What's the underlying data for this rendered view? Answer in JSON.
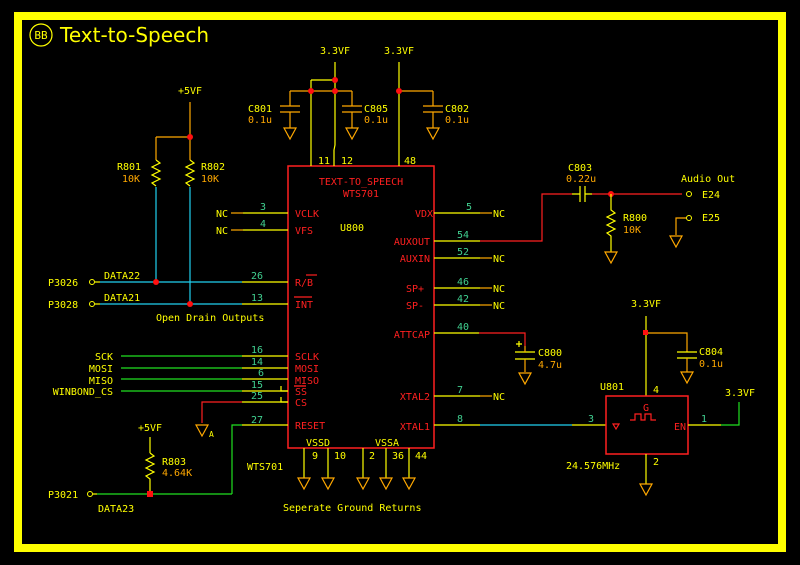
{
  "title": "Text-to-Speech",
  "logo": "BB",
  "colors": {
    "border": "#ffff00",
    "wire_power": "#ffa800",
    "wire_signal": "#20e020",
    "wire_data": "#20d0f0",
    "wire_audio": "#ff2020",
    "chip": "#ff2020",
    "pin_number": "#40d090"
  },
  "power": {
    "v5": "+5VF",
    "v33": "3.3VF"
  },
  "chip_u800": {
    "ref": "U800",
    "name": "TEXT-TO_SPEECH",
    "part": "WTS701",
    "part_below": "WTS701",
    "left_pins": [
      {
        "num": "3",
        "name": "VCLK",
        "net": "NC"
      },
      {
        "num": "4",
        "name": "VFS",
        "net": "NC"
      },
      {
        "num": "26",
        "name": "R/B",
        "net": "DATA22"
      },
      {
        "num": "13",
        "name": "INT",
        "net": "DATA21"
      },
      {
        "num": "16",
        "name": "SCLK",
        "net": "SCK"
      },
      {
        "num": "14",
        "name": "MOSI",
        "net": "MOSI"
      },
      {
        "num": "6",
        "name": "MISO",
        "net": "MISO"
      },
      {
        "num": "15",
        "name": "SS",
        "net": "WINBOND_CS"
      },
      {
        "num": "25",
        "name": "CS",
        "net": ""
      },
      {
        "num": "27",
        "name": "RESET",
        "net": "DATA23"
      }
    ],
    "right_pins": [
      {
        "num": "5",
        "name": "VDX",
        "net": "NC"
      },
      {
        "num": "54",
        "name": "AUXOUT",
        "net": ""
      },
      {
        "num": "52",
        "name": "AUXIN",
        "net": "NC"
      },
      {
        "num": "46",
        "name": "SP+",
        "net": "NC"
      },
      {
        "num": "42",
        "name": "SP-",
        "net": "NC"
      },
      {
        "num": "40",
        "name": "ATTCAP",
        "net": ""
      },
      {
        "num": "7",
        "name": "XTAL2",
        "net": "NC"
      },
      {
        "num": "8",
        "name": "XTAL1",
        "net": ""
      }
    ],
    "top_pins": [
      "11",
      "12",
      "48"
    ],
    "bottom_groups": [
      {
        "name": "VSSD",
        "pins": [
          "9",
          "10"
        ]
      },
      {
        "name": "VSSA",
        "pins": [
          "2",
          "36",
          "44"
        ]
      }
    ]
  },
  "chip_u801": {
    "ref": "U801",
    "label": "G",
    "pin_in": "3",
    "pin_en": "1",
    "pin_vcc": "4",
    "pin_gnd": "2",
    "en_label": "EN",
    "freq": "24.576MHz"
  },
  "components": {
    "C801": {
      "ref": "C801",
      "value": "0.1u"
    },
    "C805": {
      "ref": "C805",
      "value": "0.1u"
    },
    "C802": {
      "ref": "C802",
      "value": "0.1u"
    },
    "C803": {
      "ref": "C803",
      "value": "0.22u"
    },
    "C800": {
      "ref": "C800",
      "value": "4.7u"
    },
    "C804": {
      "ref": "C804",
      "value": "0.1u"
    },
    "R801": {
      "ref": "R801",
      "value": "10K"
    },
    "R802": {
      "ref": "R802",
      "value": "10K"
    },
    "R800": {
      "ref": "R800",
      "value": "10K"
    },
    "R803": {
      "ref": "R803",
      "value": "4.64K"
    }
  },
  "connectors": {
    "p3026": "P3026",
    "p3028": "P3028",
    "p3021": "P3021",
    "e24": "E24",
    "e25": "E25"
  },
  "nets": {
    "data22": "DATA22",
    "data21": "DATA21",
    "data23": "DATA23",
    "sck": "SCK",
    "mosi": "MOSI",
    "miso": "MISO",
    "winbond_cs": "WINBOND_CS",
    "nc": "NC"
  },
  "annotations": {
    "open_drain": "Open Drain Outputs",
    "sep_gnd": "Seperate Ground Returns",
    "audio_out": "Audio Out",
    "gnd_sub": "A"
  }
}
